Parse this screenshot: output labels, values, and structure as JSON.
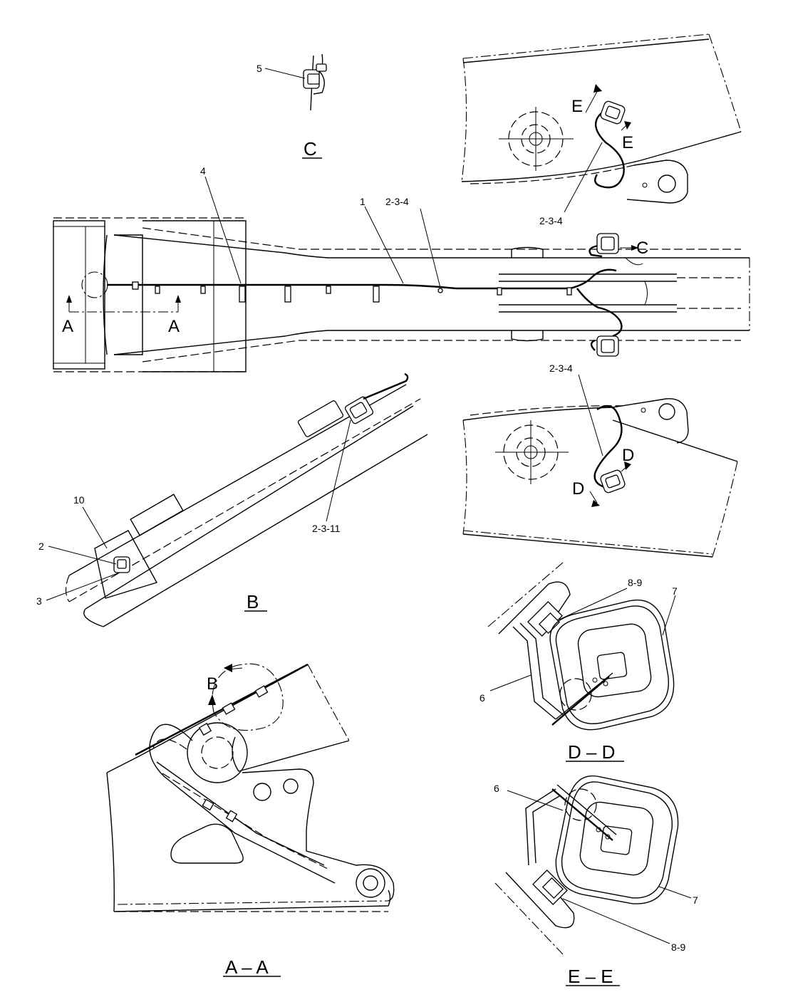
{
  "views": {
    "c": "C",
    "b": "B",
    "aa": "A – A",
    "dd": "D – D",
    "ee": "E – E"
  },
  "section_markers": {
    "a_left": "A",
    "a_right": "A",
    "b": "B",
    "c": "C",
    "d_top": "D",
    "d_bottom": "D",
    "e_top": "E",
    "e_bottom": "E"
  },
  "callouts": {
    "c_5": "5",
    "main_4": "4",
    "main_1": "1",
    "main_234": "2-3-4",
    "upper_234": "2-3-4",
    "lower_234": "2-3-4",
    "b_10": "10",
    "b_2": "2",
    "b_3": "3",
    "b_2311": "2-3-11",
    "dd_89": "8-9",
    "dd_7": "7",
    "dd_6": "6",
    "ee_6": "6",
    "ee_7": "7",
    "ee_89": "8-9"
  }
}
